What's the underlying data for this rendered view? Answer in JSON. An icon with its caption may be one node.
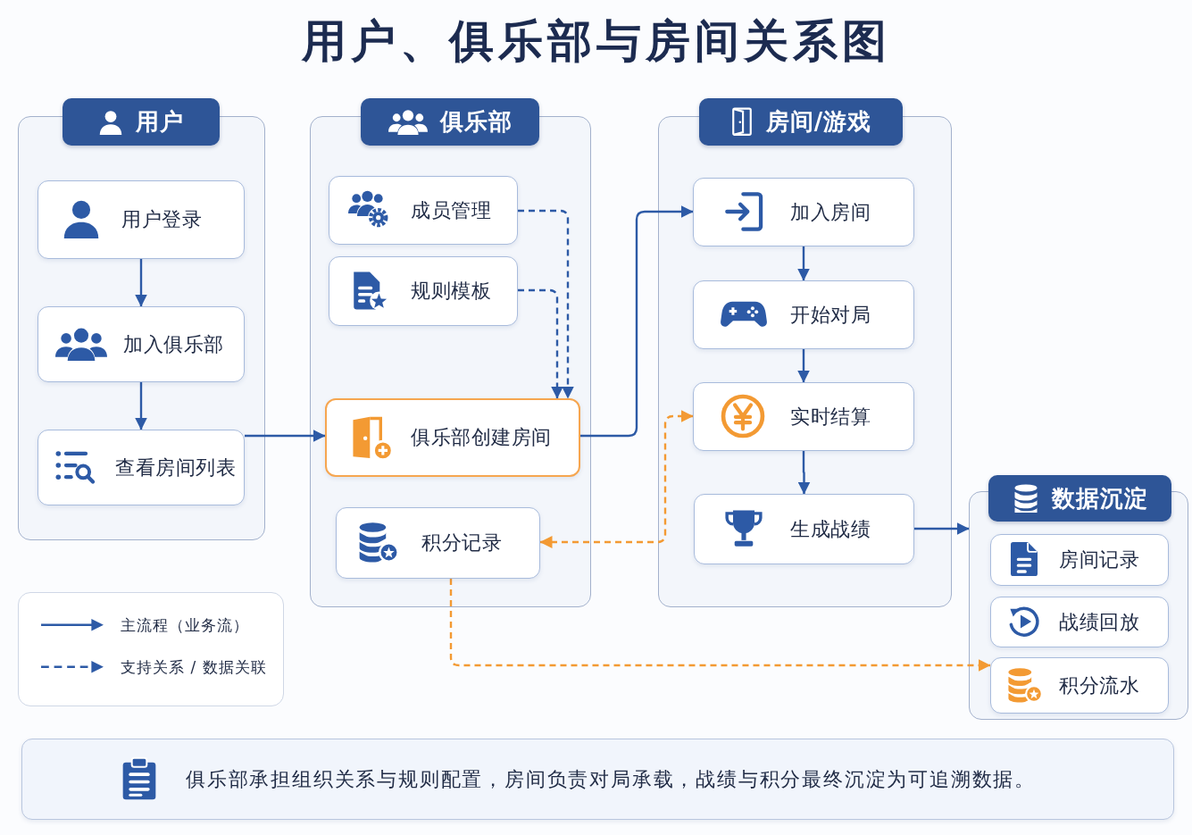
{
  "diagram": {
    "title": "用户、俱乐部与房间关系图",
    "nodes": [
      {
        "text": [
          "用户"
        ]
      },
      {
        "text": [
          "用户登录"
        ],
        "in": 0
      },
      {
        "text": [
          "加入俱乐部"
        ],
        "in": 0
      },
      {
        "text": [
          "查看房间列表"
        ],
        "in": 0
      },
      {
        "text": [
          "俱乐部"
        ]
      },
      {
        "text": [
          "成员管理"
        ],
        "in": 4
      },
      {
        "text": [
          "规则模板"
        ],
        "in": 4
      },
      {
        "text": [
          "俱乐部创建房间"
        ],
        "in": 4
      },
      {
        "text": [
          "积分记录"
        ],
        "in": 4
      },
      {
        "text": [
          "房间/游戏"
        ]
      },
      {
        "text": [
          "加入房间"
        ],
        "in": 9
      },
      {
        "text": [
          "开始对局"
        ],
        "in": 9
      },
      {
        "text": [
          "实时结算"
        ],
        "in": 9
      },
      {
        "text": [
          "生成战绩"
        ],
        "in": 9
      },
      {
        "text": [
          "数据沉淀"
        ]
      },
      {
        "text": [
          "房间记录"
        ],
        "in": 14
      },
      {
        "text": [
          "战绩回放"
        ],
        "in": 14
      },
      {
        "text": [
          "积分流水"
        ],
        "in": 14
      },
      {
        "text": [
          "俱乐部承担组织关系与规则配置，房间负责对局承载，战绩与积分最终沉淀为可追溯数据。"
        ]
      }
    ],
    "edges": [
      {
        "from": 1,
        "to": 2,
        "arrow": "to"
      },
      {
        "from": 2,
        "to": 3,
        "arrow": "to"
      },
      {
        "from": 3,
        "to": 7,
        "arrow": "to"
      },
      {
        "from": 5,
        "to": 7,
        "arrow": "to",
        "style": "dashed"
      },
      {
        "from": 6,
        "to": 7,
        "arrow": "to",
        "style": "dashed"
      },
      {
        "from": 7,
        "to": 10,
        "arrow": "to"
      },
      {
        "from": 10,
        "to": 11,
        "arrow": "to"
      },
      {
        "from": 11,
        "to": 12,
        "arrow": "to"
      },
      {
        "from": 12,
        "to": 13,
        "arrow": "to"
      },
      {
        "from": 13,
        "to": 14,
        "arrow": "to"
      },
      {
        "from": 8,
        "to": 12,
        "arrow": "both",
        "style": "dashed",
        "color": "#f39a33"
      },
      {
        "from": 8,
        "to": 17,
        "arrow": "to",
        "style": "dashed",
        "color": "#f39a33"
      }
    ],
    "legend": [
      {
        "text": "主流程（业务流）"
      },
      {
        "text": "支持关系 / 数据关联"
      }
    ]
  }
}
